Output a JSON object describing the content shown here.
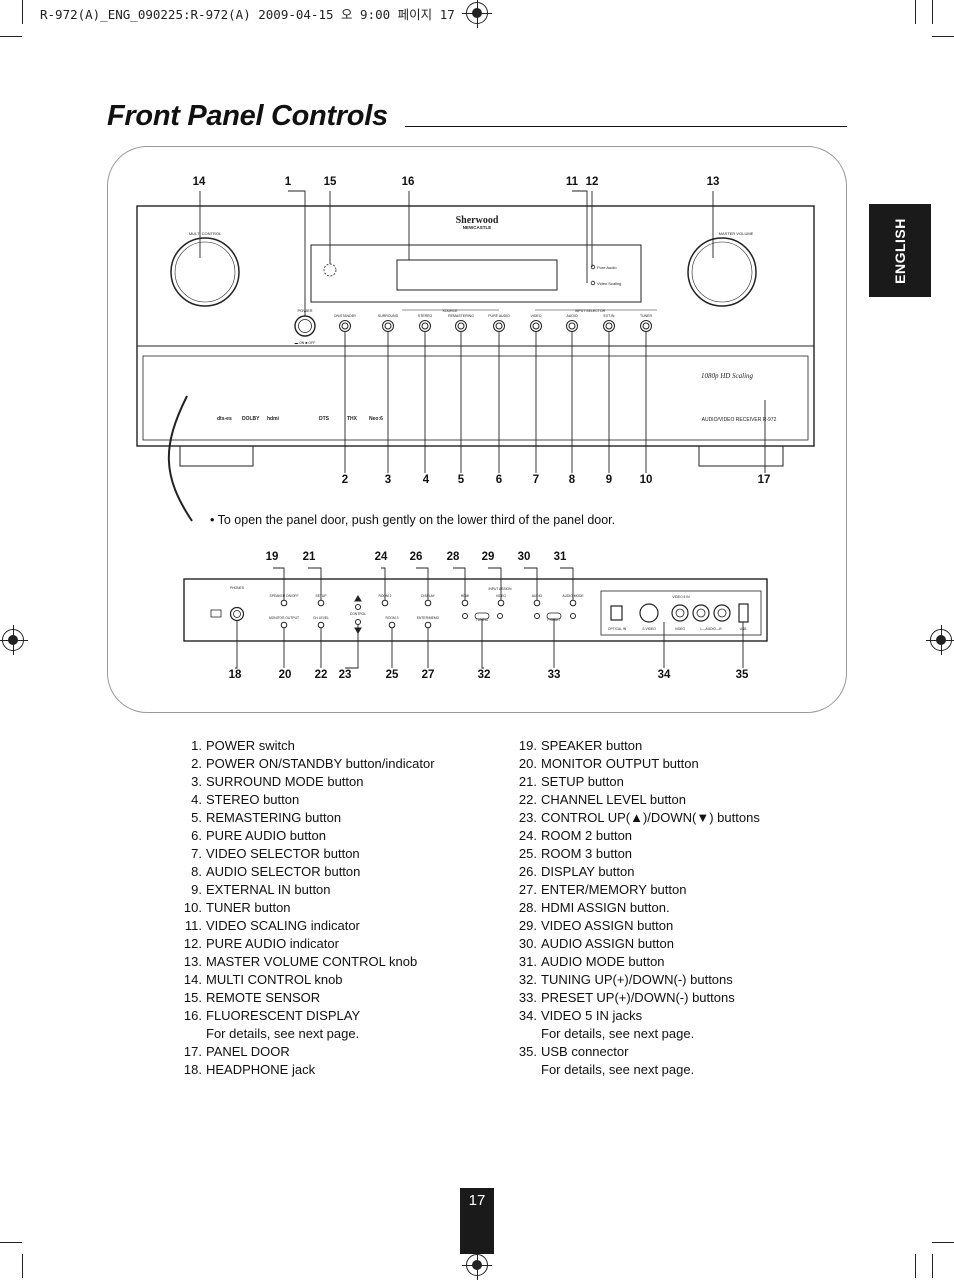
{
  "header": {
    "file_line": "R-972(A)_ENG_090225:R-972(A)  2009-04-15  오  9:00  페이지 17"
  },
  "page_title": "Front Panel Controls",
  "language_tab": "ENGLISH",
  "front_panel": {
    "brand": "Sherwood",
    "brand_sub": "NEWCASTLE",
    "multi_control_label": "MULTI CONTROL",
    "master_volume_label": "MASTER VOLUME",
    "power_label": "POWER",
    "power_on_off": "▬ ON  ■ OFF",
    "indicator_pure_audio": "Pure Audio",
    "indicator_video_scaling": "Video Scaling",
    "surround_group": "SOURCE",
    "input_selector_group": "INPUT SELECTOR",
    "buttons": [
      "ON/STANDBY",
      "SURROUND",
      "STEREO",
      "REMASTERING",
      "PURE AUDIO",
      "VIDEO",
      "AUDIO",
      "EXT.IN",
      "TUNER"
    ],
    "model_label": "AUDIO/VIDEO RECEIVER  R-972",
    "hd_badge": "1080p HD Scaling",
    "logos": [
      "dts-es",
      "DOLBY",
      "hdmi",
      "DTS",
      "THX",
      "Neo:6"
    ],
    "callouts_top": [
      "14",
      "1",
      "15",
      "16",
      "11",
      "12",
      "13"
    ],
    "callouts_bottom": [
      "2",
      "3",
      "4",
      "5",
      "6",
      "7",
      "8",
      "9",
      "10",
      "17"
    ]
  },
  "door_note": "• To open the panel door, push gently on the lower third of the panel door.",
  "door_panel": {
    "labels": {
      "phones": "PHONES",
      "speaker": "SPEAKER ON/OFF",
      "setup": "SETUP",
      "control": "CONTROL",
      "monitor": "MONITOR OUTPUT",
      "ch_level": "CH LEVEL",
      "room2": "ROOM 2",
      "room3": "ROOM 3",
      "display": "DISPLAY",
      "enter": "ENTER/MEMO",
      "hdmi": "HDMI",
      "input_assign": "INPUT ASSIGN",
      "video": "VIDEO",
      "audio": "AUDIO",
      "audio_mode": "AUDIO MODE",
      "tuning": "TUNING",
      "preset": "PRESET",
      "video5in": "VIDEO 5 IN",
      "optical": "OPTICAL IN",
      "svideo": "S-VIDEO",
      "video_jack": "VIDEO",
      "audio_jack": "L—AUDIO—R",
      "usb": "USB"
    },
    "callouts_top": [
      "19",
      "21",
      "24",
      "26",
      "28",
      "29",
      "30",
      "31"
    ],
    "callouts_bottom": [
      "18",
      "20",
      "22",
      "23",
      "25",
      "27",
      "32",
      "33",
      "34",
      "35"
    ]
  },
  "list_left": [
    {
      "n": "1.",
      "t": "POWER switch"
    },
    {
      "n": "2.",
      "t": "POWER ON/STANDBY button/indicator"
    },
    {
      "n": "3.",
      "t": "SURROUND MODE button"
    },
    {
      "n": "4.",
      "t": "STEREO button"
    },
    {
      "n": "5.",
      "t": "REMASTERING button"
    },
    {
      "n": "6.",
      "t": "PURE AUDIO button"
    },
    {
      "n": "7.",
      "t": "VIDEO SELECTOR button"
    },
    {
      "n": "8.",
      "t": "AUDIO SELECTOR button"
    },
    {
      "n": "9.",
      "t": "EXTERNAL IN button"
    },
    {
      "n": "10.",
      "t": "TUNER button"
    },
    {
      "n": "11.",
      "t": "VIDEO SCALING indicator"
    },
    {
      "n": "12.",
      "t": "PURE AUDIO indicator"
    },
    {
      "n": "13.",
      "t": "MASTER VOLUME CONTROL knob"
    },
    {
      "n": "14.",
      "t": "MULTI CONTROL knob"
    },
    {
      "n": "15.",
      "t": "REMOTE SENSOR"
    },
    {
      "n": "16.",
      "t": "FLUORESCENT DISPLAY"
    },
    {
      "n": "",
      "t": "For details, see next page."
    },
    {
      "n": "17.",
      "t": "PANEL DOOR"
    },
    {
      "n": "18.",
      "t": "HEADPHONE jack"
    }
  ],
  "list_right": [
    {
      "n": "19.",
      "t": "SPEAKER button"
    },
    {
      "n": "20.",
      "t": "MONITOR OUTPUT button"
    },
    {
      "n": "21.",
      "t": "SETUP button"
    },
    {
      "n": "22.",
      "t": "CHANNEL LEVEL button"
    },
    {
      "n": "23.",
      "t": "CONTROL UP(▲)/DOWN(▼) buttons"
    },
    {
      "n": "24.",
      "t": "ROOM 2 button"
    },
    {
      "n": "25.",
      "t": "ROOM 3 button"
    },
    {
      "n": "26.",
      "t": "DISPLAY button"
    },
    {
      "n": "27.",
      "t": "ENTER/MEMORY button"
    },
    {
      "n": "28.",
      "t": "HDMI ASSIGN button."
    },
    {
      "n": "29.",
      "t": "VIDEO ASSIGN button"
    },
    {
      "n": "30.",
      "t": "AUDIO ASSIGN button"
    },
    {
      "n": "31.",
      "t": "AUDIO MODE button"
    },
    {
      "n": "32.",
      "t": "TUNING UP(+)/DOWN(-) buttons"
    },
    {
      "n": "33.",
      "t": "PRESET UP(+)/DOWN(-) buttons"
    },
    {
      "n": "34.",
      "t": "VIDEO 5 IN jacks"
    },
    {
      "n": "",
      "t": "For details, see next page."
    },
    {
      "n": "35.",
      "t": "USB connector"
    },
    {
      "n": "",
      "t": "For details, see next page."
    }
  ],
  "page_number": "17"
}
